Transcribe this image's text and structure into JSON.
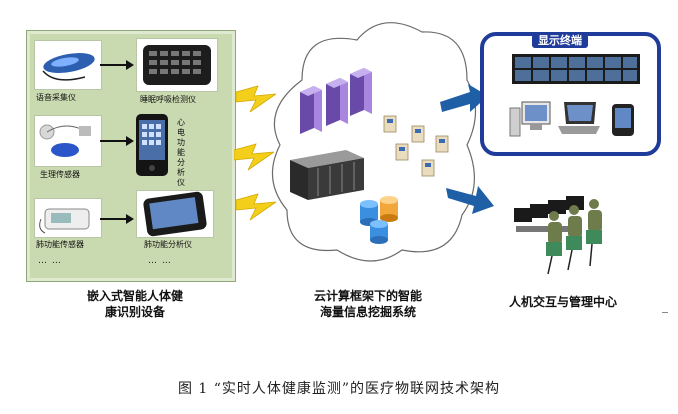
{
  "left_panel": {
    "devices": [
      {
        "label": "语音采集仪"
      },
      {
        "label": "睡眠呼吸检测仪"
      },
      {
        "label": "生理传感器"
      },
      {
        "label": "心电功能分析仪"
      },
      {
        "label": "肺功能传感器"
      },
      {
        "label": "肺功能分析仪"
      }
    ],
    "dots_left": "… …",
    "dots_right": "… …",
    "caption_line1": "嵌入式智能人体健",
    "caption_line2": "康识别设备"
  },
  "cloud": {
    "caption_line1": "云计算框架下的智能",
    "caption_line2": "海量信息挖掘系统"
  },
  "terminal": {
    "title": "显示终端"
  },
  "center": {
    "caption": "人机交互与管理中心"
  },
  "figure_caption": "图 1 “实时人体健康监测”的医疗物联网技术架构",
  "colors": {
    "panel_bg": "#c9d9b0",
    "terminal_border": "#1f3c9a",
    "arrow_blue": "#1f5fa6",
    "lightning": "#f3cf1c"
  },
  "icons": [
    "microphone-device-icon",
    "phone-keyboard-icon",
    "sensor-icon",
    "smartphone-icon",
    "spirometer-icon",
    "tablet-icon",
    "server-icon",
    "database-icon",
    "monitor-wall-icon",
    "desktop-icon",
    "laptop-icon",
    "operator-icon"
  ]
}
